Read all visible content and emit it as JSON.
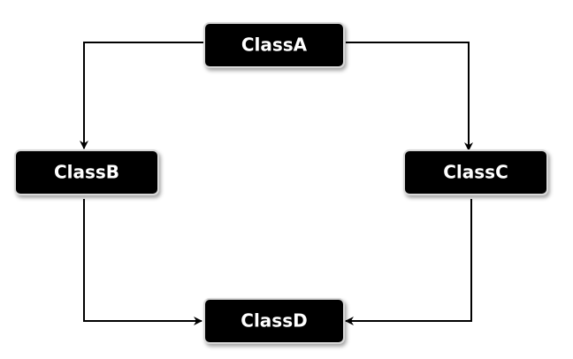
{
  "nodes": [
    {
      "id": "classa",
      "label": "ClassA"
    },
    {
      "id": "classb",
      "label": "ClassB"
    },
    {
      "id": "classc",
      "label": "ClassC"
    },
    {
      "id": "classd",
      "label": "ClassD"
    }
  ],
  "edges": [
    {
      "from": "classa",
      "to": "classb"
    },
    {
      "from": "classa",
      "to": "classc"
    },
    {
      "from": "classb",
      "to": "classd"
    },
    {
      "from": "classc",
      "to": "classd"
    }
  ],
  "colors": {
    "node_fill": "#000000",
    "node_border": "#d8d8d8",
    "node_text": "#ffffff",
    "edge": "#000000",
    "background": "#ffffff"
  }
}
